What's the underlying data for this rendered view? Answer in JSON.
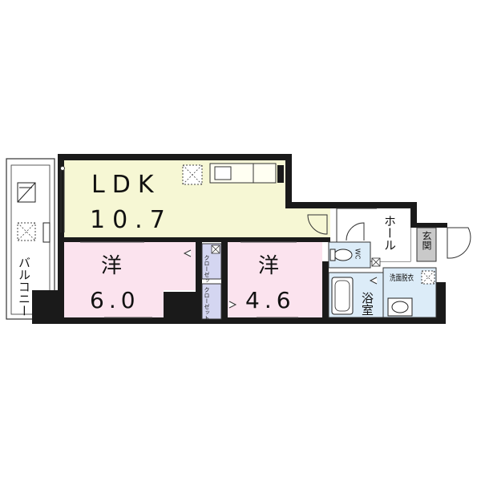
{
  "floorplan": {
    "ldk": {
      "name": "LDK",
      "size": "10.7"
    },
    "western_room_1": {
      "name": "洋",
      "size": "6.0"
    },
    "western_room_2": {
      "name": "洋",
      "size": "4.6"
    },
    "closet_label": "クローゼット",
    "hall": "ホール",
    "entrance": "玄関",
    "balcony": "バルコニー",
    "bath": "浴室",
    "washroom": "洗面脱衣",
    "toilet": "WC",
    "colors": {
      "ldk": "#f6f7d4",
      "western": "#fbe3ee",
      "wet_area": "#dcecf8",
      "closet": "#d4d6f1",
      "entrance": "#c9c9c9",
      "wall": "#1a1a1a"
    },
    "icons": [
      "window-icon",
      "door-swing-icon",
      "kitchen-counter-icon",
      "ventilation-icon",
      "toilet-icon",
      "bathtub-icon",
      "washbasin-icon",
      "air-conditioner-icon"
    ]
  }
}
